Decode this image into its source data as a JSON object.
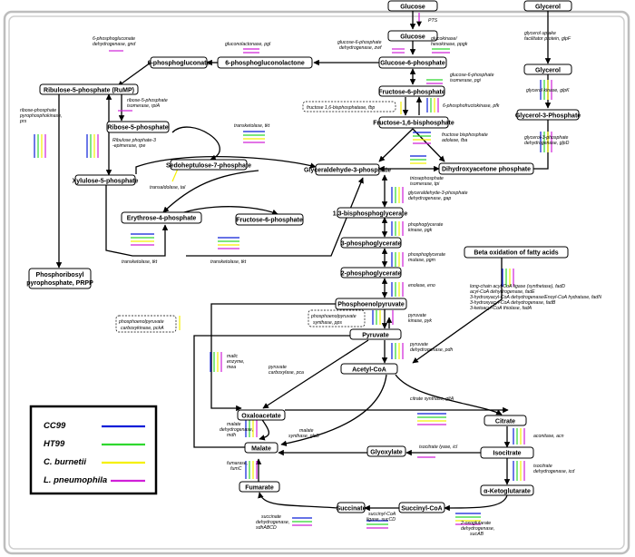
{
  "legend": {
    "items": [
      {
        "name": "CC99",
        "color": "#0a1ed8"
      },
      {
        "name": "HT99",
        "color": "#2fd82f"
      },
      {
        "name": "C. burnetii",
        "color": "#f5f000"
      },
      {
        "name": "L. pneumophila",
        "color": "#d020d8"
      }
    ]
  },
  "nodes": {
    "glucose_top": "Glucose",
    "glycerol_top": "Glycerol",
    "glucose": "Glucose",
    "glucose6p": "Glucose-6-phosphate",
    "pgluconolactone": "6-phosphogluconolactone",
    "pgluconate": "6-phosphogluconate",
    "ribulose5p": "Ribulose-5-phosphate (RuMP)",
    "ribose5p": "Ribose-5-phosphate",
    "xylulose5p": "Xylulose-5-phosphate",
    "sedoheptulose7p": "Sedoheptulose-7-phosphate",
    "erythrose4p": "Erythrose-4-phosphate",
    "fructose6p_ppp": "Fructose-6-phosphate",
    "fructose6p": "Fructose-6-phosphate",
    "fructose16bp": "Fructose-1,6-bisphosphate",
    "glycerol": "Glycerol",
    "glycerol3p": "Glycerol-3-Phosphate",
    "g3p": "Glyceraldehyde-3-phosphate",
    "dhap": "Dihydroxyacetone phosphate",
    "bpg13": "1,3-bisphosphoglycerate",
    "pg3": "3-phosphoglycerate",
    "pg2": "2-phosphoglycerate",
    "pep": "Phosphoenolpyruvate",
    "pyruvate": "Pyruvate",
    "acetylcoa": "Acetyl-CoA",
    "prpp_1": "Phosphoribosyl",
    "prpp_2": "pyrophosphate, PRPP",
    "beta_ox": "Beta oxidation of fatty acids",
    "oxaloacetate": "Oxaloacetate",
    "citrate": "Citrate",
    "malate": "Malate",
    "glyoxylate": "Glyoxylate",
    "isocitrate": "Isocitrate",
    "fumarate": "Fumarate",
    "akg": "α-Ketoglutarate",
    "succinate": "Succinate",
    "succinylcoa": "Succinyl-CoA"
  },
  "enzymes": {
    "pts": "PTS",
    "g6pdh_1": "glucose-6-phosphate",
    "g6pdh_2": "dehydrogenase, zwf",
    "glk_1": "glucokinase/",
    "glk_2": "hexokinase, ppgk",
    "glpf_1": "glycerol uptake",
    "glpf_2": "facilitator protein, glpF",
    "gnd_1": "6-phosphogluconate",
    "gnd_2": "dehydrogenase, gnd",
    "pgl": "gluconolactonase, pgl",
    "pgi_1": "glucose-6-phosphate",
    "pgi_2": "isomerase, pgi",
    "rpia_1": "ribose-5-phosphate",
    "rpia_2": "isomerase, rpiA",
    "prs_1": "ribose-phosphate",
    "prs_2": "pyrophosphokinase,",
    "prs_3": "prs",
    "rpe_1": "Ribulose phophate-3",
    "rpe_2": "-epimerase, rpe",
    "fbp": "fructose 1,6-bisphosphatase, fbp",
    "pfk": "6-phosphofructokinase, pfk",
    "glpk": "glycerol kinase, glpK",
    "tkt_1": "transketolase, tkt",
    "fba_1": "fructose bisphosphate",
    "fba_2": "adolase, fba",
    "glpd_1": "glycerol-3-phosphate",
    "glpd_2": "dehydrogenase, glpD",
    "tal": "transaldolase, tal",
    "tpi_1": "triosephosphate",
    "tpi_2": "isomerase, tpi",
    "gap_1": "glyceraldehyde-3-phosphate",
    "gap_2": "dehydrogenase, gap",
    "pgk_1": "phophoglycerate",
    "pgk_2": "kinase, pgk",
    "tkt_2": "transketolase, tkt",
    "tkt_3": "transketolase, tkt",
    "pgm_1": "phosphoglycerate",
    "pgm_2": "mutase, pgm",
    "eno": "enolase, eno",
    "fad_1": "long-chain acyl-CoA ligase (synthetase), fadD",
    "fad_2": "acyl-CoA dehydrogenase, fadE",
    "fad_3": "3-hydroxyacyl-CoA dehydrogenase/Enoyl-CoA hydratase, fadN",
    "fad_4": "3-hydroxyacyl-CoA dehydrogenase, fadB",
    "fad_5": "3-ketoacyl-CoA thiolase, fadA",
    "pps_1": "phosphoenolpyruvate",
    "pps_2": "synthase, pps",
    "pyk_1": "pyruvate",
    "pyk_2": "kinase, pyk",
    "pcka_1": "phosphoenolpyruvate",
    "pcka_2": "carboxykinase, pckA",
    "pdh_1": "pyruvate",
    "pdh_2": "dehydrogenase, pdh",
    "mea_1": "malic",
    "mea_2": "enzyme,",
    "mea_3": "mea",
    "pca_1": "pyruvate",
    "pca_2": "carboxylase, pca",
    "glta": "citrate synthase, gltA",
    "mdh_1": "malate",
    "mdh_2": "dehydrogenase,",
    "mdh_3": "mdh",
    "glcb_1": "malate",
    "glcb_2": "synthase, glcB",
    "acn": "aconitase, acn",
    "icl": "isocitrate lyase, icl",
    "fumc_1": "fumarase,",
    "fumc_2": "fumC",
    "icd_1": "isocitrate",
    "icd_2": "dehydrogenase, icd",
    "sdh_1": "succinate",
    "sdh_2": "dehydrogenase,",
    "sdh_3": "sdhABCD",
    "succ_1": "succinyl-CoA",
    "succ_2": "ligase, sucCD",
    "suca_1": "2-oxoglutarate",
    "suca_2": "dehydrogenase,",
    "suca_3": "sucAB"
  }
}
